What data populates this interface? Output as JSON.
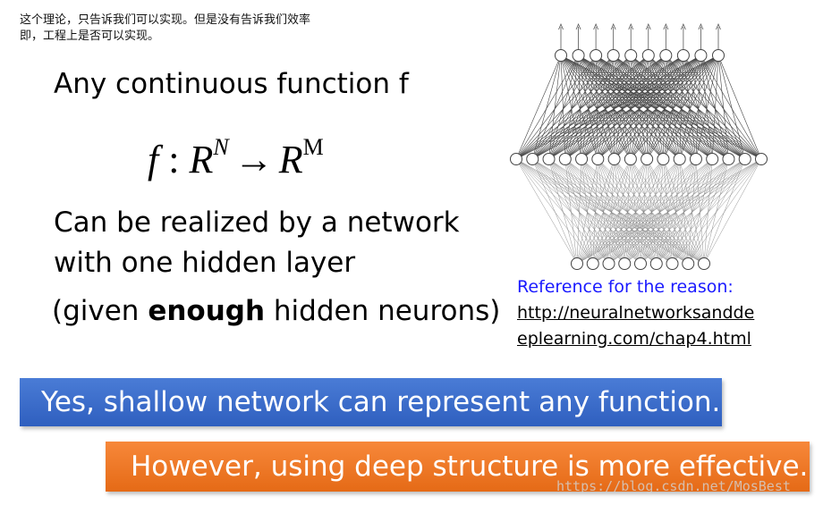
{
  "note": {
    "line1": "这个理论，只告诉我们可以实现。但是没有告诉我们效率",
    "line2": "即，工程上是否可以实现。"
  },
  "slide": {
    "line1": "Any continuous function f",
    "formula": {
      "lhs": "f",
      "colon": " : ",
      "domain": "R",
      "domain_sup": "N",
      "arrow": "→",
      "codomain": "R",
      "codomain_sup": "M"
    },
    "line2": "Can be realized by a network",
    "line3": "with one hidden layer",
    "line4_pre": "(given ",
    "line4_bold": "enough",
    "line4_post": " hidden neurons)"
  },
  "reference": {
    "title": "Reference for the reason:",
    "link_line1": "http://neuralnetworksandde",
    "link_line2": "eplearning.com/chap4.html"
  },
  "banners": {
    "blue": "Yes, shallow network can represent any function.",
    "orange": "However, using deep structure is more effective."
  },
  "watermark": "https://blog.csdn.net/MosBest",
  "network": {
    "output_count": 10,
    "hidden_count": 16,
    "input_count": 9
  },
  "colors": {
    "blue_banner": "#3a6bc8",
    "orange_banner": "#ee7622",
    "reference_title": "#1a1aff"
  }
}
